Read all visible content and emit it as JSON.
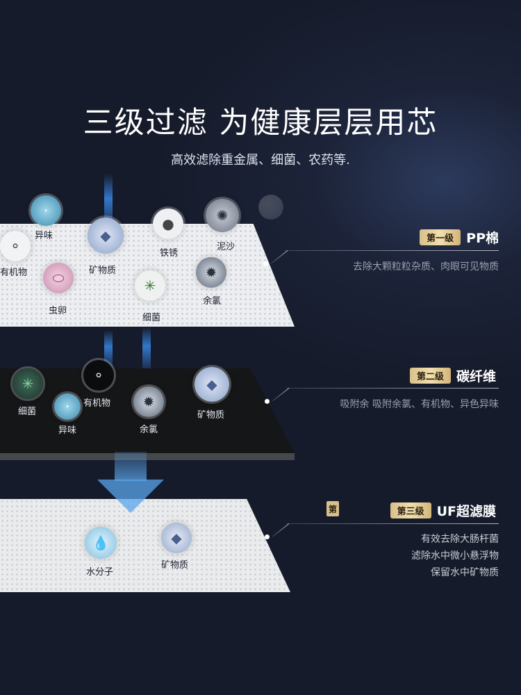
{
  "header": {
    "title": "三级过滤  为健康层层用芯",
    "subtitle": "高效滤除重金属、细菌、农药等."
  },
  "layer1": {
    "badge": "第一级",
    "name": "PP棉",
    "desc": "去除大颗粒粒杂质、肉眼可见物质",
    "items": [
      "异味",
      "有机物",
      "矿物质",
      "铁锈",
      "泥沙",
      "虫卵",
      "细菌",
      "余氯"
    ]
  },
  "layer2": {
    "badge": "第二级",
    "name": "碳纤维",
    "desc": "吸附余    吸附余氯、有机物、异色异味",
    "items": [
      "细菌",
      "有机物",
      "异味",
      "余氯",
      "矿物质"
    ]
  },
  "layer3": {
    "chip": "第",
    "badge": "第三级",
    "name": "UF超滤膜",
    "desc": [
      "有效去除大肠杆菌",
      "滤除水中微小悬浮物",
      "保留水中矿物质"
    ],
    "items": [
      "水分子",
      "矿物质"
    ]
  },
  "icons": {
    "odor": "odor-icon",
    "organic": "molecule-icon",
    "mineral": "crystal-icon",
    "rust": "rust-icon",
    "sand": "sand-icon",
    "egg": "egg-icon",
    "bacteria": "bacteria-icon",
    "chlorine": "chlorine-icon",
    "water": "water-drop-icon"
  },
  "colors": {
    "gold": "#d9c08a",
    "background": "#161b2b",
    "blue_beam": "#3c96ff"
  }
}
